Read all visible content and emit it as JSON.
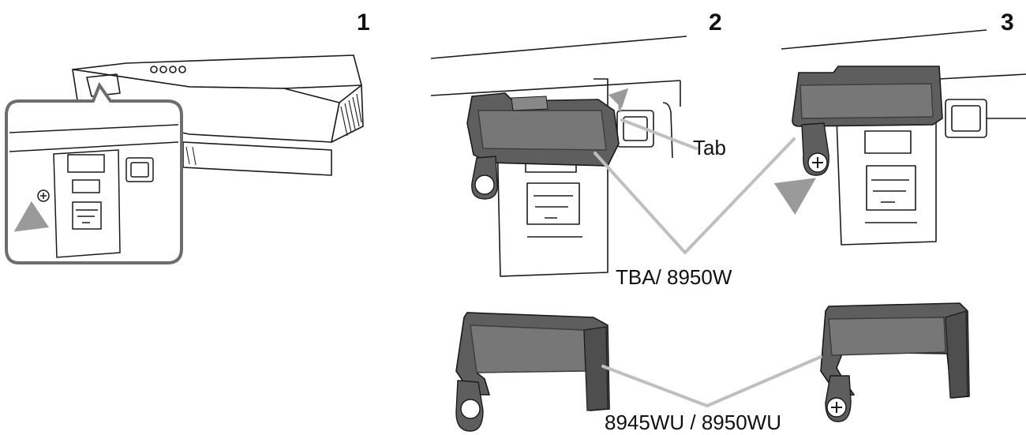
{
  "steps": {
    "step1": "1",
    "step2": "2",
    "step3": "3"
  },
  "labels": {
    "tab": "Tab",
    "model_a": "TBA/ 8950W",
    "model_b": "8945WU / 8950WU"
  },
  "colors": {
    "line": "#1a1a1a",
    "cover_fill": "#5e5e5e",
    "cover_face": "#777777",
    "cover_dark": "#3c3c3c",
    "leader": "#bfbfbf",
    "arrow": "#9a9a9a",
    "callout_border": "#6d6d6d"
  },
  "icons": [
    "arrow-left-icon",
    "arrow-right-icon",
    "arrow-up-icon",
    "screw-icon",
    "usb-b-port-icon",
    "usb-a-port-icon",
    "lan-port-icon"
  ]
}
